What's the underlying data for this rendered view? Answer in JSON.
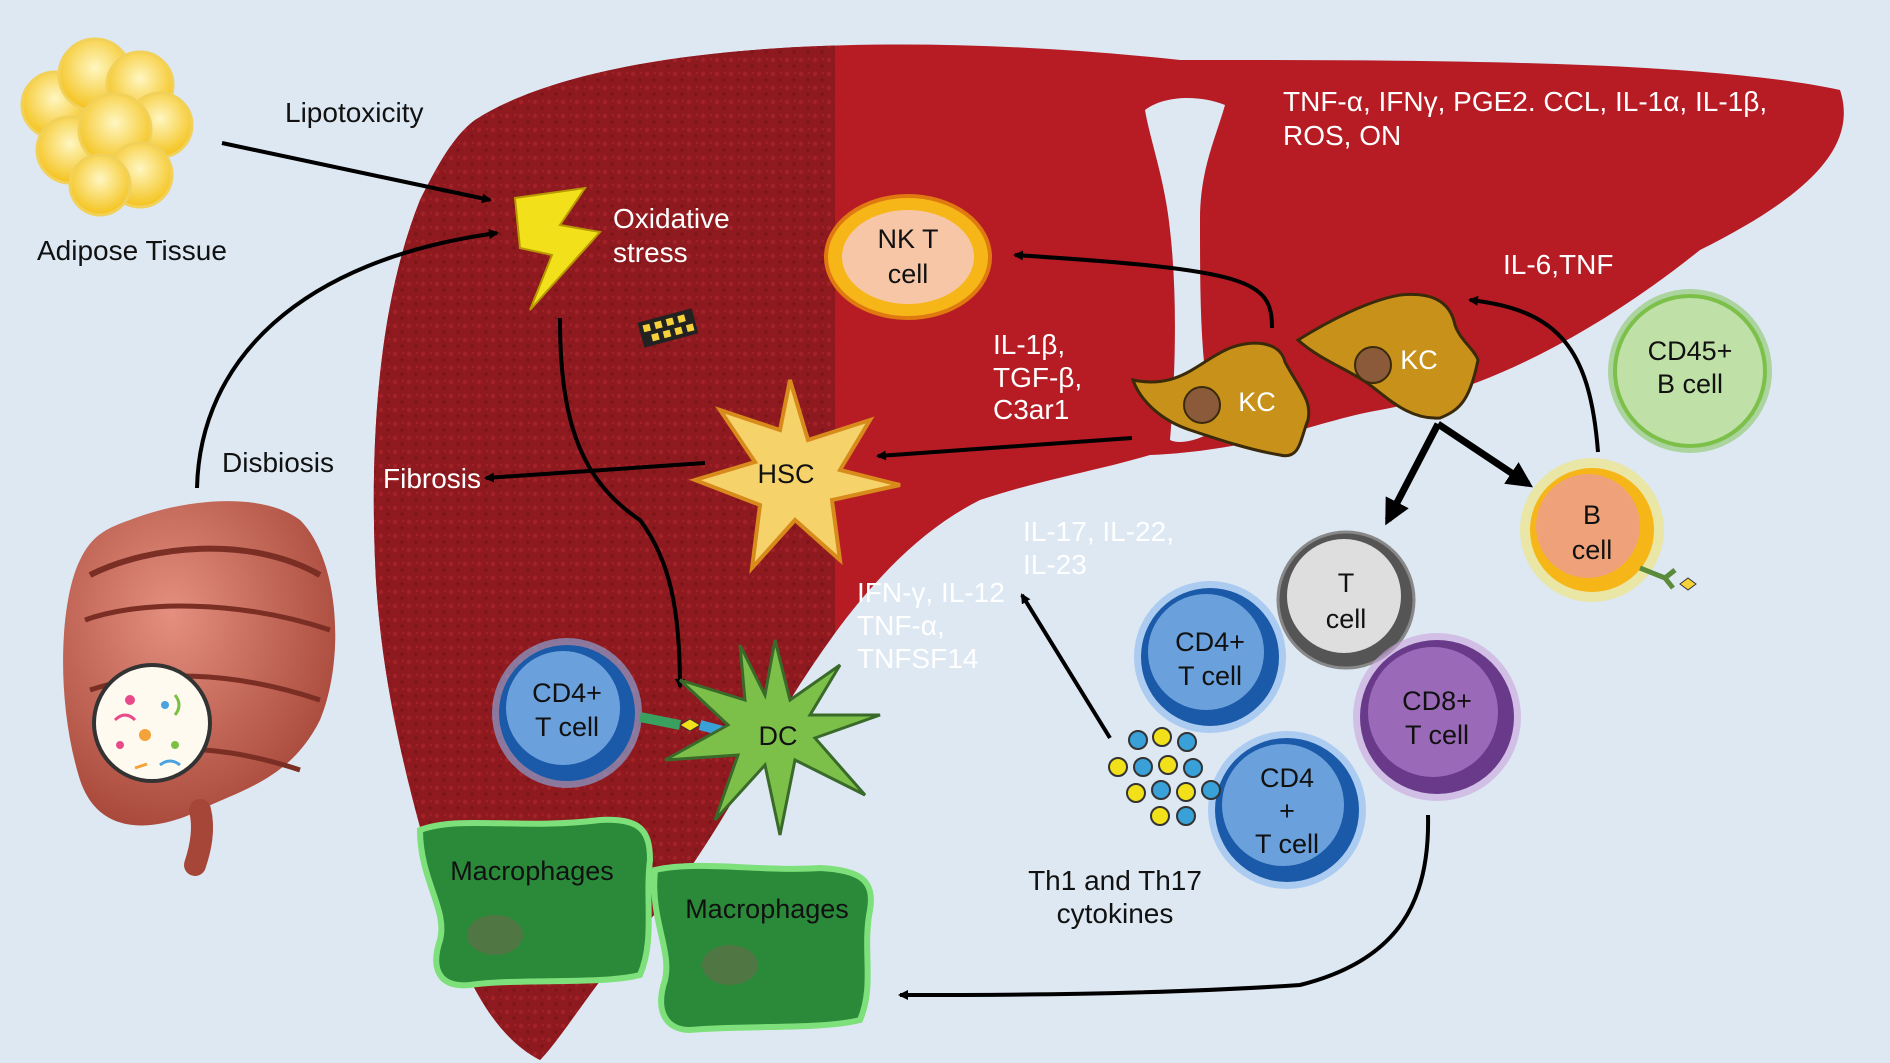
{
  "labels": {
    "adipose": "Adipose Tissue",
    "lipotoxicity": "Lipotoxicity",
    "oxidative_1": "Oxidative",
    "oxidative_2": "stress",
    "disbiosis": "Disbiosis",
    "fibrosis": "Fibrosis",
    "top_cytokines_1": "TNF-α, IFNγ, PGE2. CCL, IL-1α, IL-1β,",
    "top_cytokines_2": "ROS, ON",
    "il6_tnf": "IL-6,TNF",
    "kc_to_hsc_1": "IL-1β,",
    "kc_to_hsc_2": "TGF-β,",
    "kc_to_hsc_3": "C3ar1",
    "th17_1": "IL-17, IL-22,",
    "th17_2": "IL-23",
    "dc_cyt_1": "IFN-γ, IL-12",
    "dc_cyt_2": "TNF-α,",
    "dc_cyt_3": "TNFSF14",
    "th_cyt_1": "Th1 and Th17",
    "th_cyt_2": "cytokines"
  },
  "cells": {
    "nkt_1": "NK T",
    "nkt_2": "cell",
    "hsc": "HSC",
    "kc_a": "KC",
    "kc_b": "KC",
    "cd45_1": "CD45+",
    "cd45_2": "B cell",
    "bcell_1": "B",
    "bcell_2": "cell",
    "tcell_1": "T",
    "tcell_2": "cell",
    "cd4a_1": "CD4+",
    "cd4a_2": "T cell",
    "cd4b_1": "CD4+",
    "cd4b_2": "T cell",
    "cd4c_1": "CD4",
    "cd4c_2": "+",
    "cd4c_3": "T cell",
    "cd8_1": "CD8+",
    "cd8_2": "T cell",
    "dc": "DC",
    "mac_a": "Macrophages",
    "mac_b": "Macrophages"
  },
  "colors": {
    "background": "#dde8f3",
    "liver_dark": "#8e1a1f",
    "liver_light": "#b71c24",
    "kupffer": "#c8921a",
    "macrophage": "#2a8a3a",
    "dendritic": "#7cc04a",
    "cd4_blue": "#4a8bd0",
    "cd8_purple": "#8a5aa8",
    "bcell_green": "#b9dca0",
    "hsc_yellow": "#f5d26a"
  }
}
